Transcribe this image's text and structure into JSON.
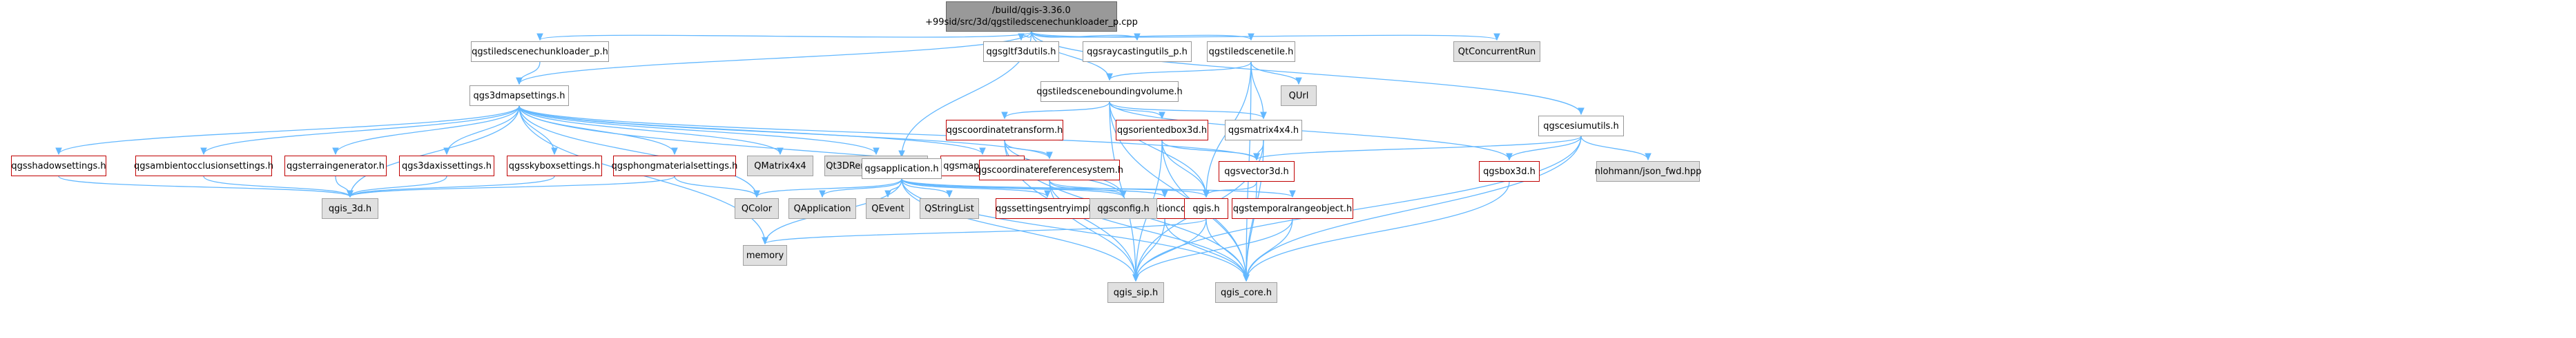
{
  "nodes": [
    {
      "id": "focus",
      "label": "/build/qgis-3.36.0\n+99sid/src/3d/qgstiledscenechunkloader_p.cpp",
      "style": "focus"
    },
    {
      "id": "chunkloaderp",
      "label": "qgstiledscenechunkloader_p.h",
      "style": "plain"
    },
    {
      "id": "gltf",
      "label": "qgsgltf3dutils.h",
      "style": "plain"
    },
    {
      "id": "raycast",
      "label": "qgsraycastingutils_p.h",
      "style": "plain"
    },
    {
      "id": "tiledtile",
      "label": "qgstiledscenetile.h",
      "style": "plain"
    },
    {
      "id": "qtconcurrent",
      "label": "QtConcurrentRun",
      "style": "gray"
    },
    {
      "id": "mapsettings",
      "label": "qgs3dmapsettings.h",
      "style": "plain"
    },
    {
      "id": "qurl",
      "label": "QUrl",
      "style": "gray"
    },
    {
      "id": "boundvol",
      "label": "qgstiledsceneboundingvolume.h",
      "style": "plain"
    },
    {
      "id": "cesium",
      "label": "qgscesiumutils.h",
      "style": "plain"
    },
    {
      "id": "coordtrans",
      "label": "qgscoordinatetransform.h",
      "style": "red"
    },
    {
      "id": "orientbox",
      "label": "qgsorientedbox3d.h",
      "style": "red"
    },
    {
      "id": "matrix4x4",
      "label": "qgsmatrix4x4.h",
      "style": "plain"
    },
    {
      "id": "shadow",
      "label": "qgsshadowsettings.h",
      "style": "red"
    },
    {
      "id": "ambient",
      "label": "qgsambientocclusionsettings.h",
      "style": "red"
    },
    {
      "id": "terrain",
      "label": "qgsterraingenerator.h",
      "style": "red"
    },
    {
      "id": "axis",
      "label": "qgs3daxissettings.h",
      "style": "red"
    },
    {
      "id": "skybox",
      "label": "qgsskyboxsettings.h",
      "style": "red"
    },
    {
      "id": "phong",
      "label": "qgsphongmaterialsettings.h",
      "style": "red"
    },
    {
      "id": "qmatrix",
      "label": "QMatrix4x4",
      "style": "gray"
    },
    {
      "id": "qcamera",
      "label": "Qt3DRender/QCamera",
      "style": "gray"
    },
    {
      "id": "layerref",
      "label": "qgsmaplayerref.h",
      "style": "red"
    },
    {
      "id": "application",
      "label": "qgsapplication.h",
      "style": "plain"
    },
    {
      "id": "crs",
      "label": "qgscoordinatereferencesystem.h",
      "style": "red"
    },
    {
      "id": "vector3d",
      "label": "qgsvector3d.h",
      "style": "red"
    },
    {
      "id": "nlohmann",
      "label": "nlohmann/json_fwd.hpp",
      "style": "gray"
    },
    {
      "id": "box3d",
      "label": "qgsbox3d.h",
      "style": "red"
    },
    {
      "id": "qgis3d",
      "label": "qgis_3d.h",
      "style": "gray"
    },
    {
      "id": "qcolor",
      "label": "QColor",
      "style": "gray"
    },
    {
      "id": "qapplication",
      "label": "QApplication",
      "style": "gray"
    },
    {
      "id": "qevent",
      "label": "QEvent",
      "style": "gray"
    },
    {
      "id": "qstringlist",
      "label": "QStringList",
      "style": "gray"
    },
    {
      "id": "settingsimpl",
      "label": "qgssettingsentryimpl.h",
      "style": "red"
    },
    {
      "id": "translation",
      "label": "qgstranslationcontext.h",
      "style": "red"
    },
    {
      "id": "temporal",
      "label": "qgstemporalrangeobject.h",
      "style": "red"
    },
    {
      "id": "config",
      "label": "qgsconfig.h",
      "style": "gray"
    },
    {
      "id": "qgish",
      "label": "qgis.h",
      "style": "red"
    },
    {
      "id": "memory",
      "label": "memory",
      "style": "gray"
    },
    {
      "id": "sip",
      "label": "qgis_sip.h",
      "style": "gray"
    },
    {
      "id": "core",
      "label": "qgis_core.h",
      "style": "gray"
    }
  ],
  "edges": [
    [
      "focus",
      "chunkloaderp"
    ],
    [
      "focus",
      "gltf"
    ],
    [
      "focus",
      "raycast"
    ],
    [
      "focus",
      "tiledtile"
    ],
    [
      "focus",
      "qtconcurrent"
    ],
    [
      "focus",
      "mapsettings"
    ],
    [
      "focus",
      "application"
    ],
    [
      "focus",
      "cesium"
    ],
    [
      "focus",
      "boundvol"
    ],
    [
      "chunkloaderp",
      "mapsettings"
    ],
    [
      "tiledtile",
      "qurl"
    ],
    [
      "tiledtile",
      "boundvol"
    ],
    [
      "tiledtile",
      "matrix4x4"
    ],
    [
      "tiledtile",
      "qgish"
    ],
    [
      "tiledtile",
      "core"
    ],
    [
      "mapsettings",
      "shadow"
    ],
    [
      "mapsettings",
      "ambient"
    ],
    [
      "mapsettings",
      "terrain"
    ],
    [
      "mapsettings",
      "axis"
    ],
    [
      "mapsettings",
      "skybox"
    ],
    [
      "mapsettings",
      "phong"
    ],
    [
      "mapsettings",
      "qmatrix"
    ],
    [
      "mapsettings",
      "qcamera"
    ],
    [
      "mapsettings",
      "layerref"
    ],
    [
      "mapsettings",
      "crs"
    ],
    [
      "mapsettings",
      "vector3d"
    ],
    [
      "mapsettings",
      "qgis3d"
    ],
    [
      "mapsettings",
      "qcolor"
    ],
    [
      "mapsettings",
      "memory"
    ],
    [
      "mapsettings",
      "config"
    ],
    [
      "boundvol",
      "coordtrans"
    ],
    [
      "boundvol",
      "orientbox"
    ],
    [
      "boundvol",
      "matrix4x4"
    ],
    [
      "boundvol",
      "box3d"
    ],
    [
      "boundvol",
      "qgish"
    ],
    [
      "boundvol",
      "core"
    ],
    [
      "boundvol",
      "sip"
    ],
    [
      "cesium",
      "nlohmann"
    ],
    [
      "cesium",
      "box3d"
    ],
    [
      "cesium",
      "vector3d"
    ],
    [
      "cesium",
      "core"
    ],
    [
      "cesium",
      "sip"
    ],
    [
      "coordtrans",
      "crs"
    ],
    [
      "coordtrans",
      "core"
    ],
    [
      "coordtrans",
      "sip"
    ],
    [
      "coordtrans",
      "config"
    ],
    [
      "orientbox",
      "vector3d"
    ],
    [
      "orientbox",
      "qgish"
    ],
    [
      "orientbox",
      "core"
    ],
    [
      "orientbox",
      "sip"
    ],
    [
      "matrix4x4",
      "vector3d"
    ],
    [
      "matrix4x4",
      "core"
    ],
    [
      "matrix4x4",
      "sip"
    ],
    [
      "vector3d",
      "qgish"
    ],
    [
      "vector3d",
      "core"
    ],
    [
      "box3d",
      "core"
    ],
    [
      "shadow",
      "qgis3d"
    ],
    [
      "ambient",
      "qgis3d"
    ],
    [
      "terrain",
      "qgis3d"
    ],
    [
      "axis",
      "qgis3d"
    ],
    [
      "skybox",
      "qgis3d"
    ],
    [
      "phong",
      "qgis3d"
    ],
    [
      "phong",
      "qcolor"
    ],
    [
      "application",
      "qapplication"
    ],
    [
      "application",
      "qevent"
    ],
    [
      "application",
      "qstringlist"
    ],
    [
      "application",
      "settingsimpl"
    ],
    [
      "application",
      "translation"
    ],
    [
      "application",
      "temporal"
    ],
    [
      "application",
      "config"
    ],
    [
      "application",
      "qcolor"
    ],
    [
      "application",
      "memory"
    ],
    [
      "application",
      "sip"
    ],
    [
      "application",
      "core"
    ],
    [
      "crs",
      "config"
    ],
    [
      "crs",
      "qgish"
    ],
    [
      "crs",
      "core"
    ],
    [
      "crs",
      "sip"
    ],
    [
      "translation",
      "core"
    ],
    [
      "translation",
      "sip"
    ],
    [
      "temporal",
      "sip"
    ],
    [
      "temporal",
      "core"
    ],
    [
      "qgish",
      "memory"
    ],
    [
      "qgish",
      "sip"
    ],
    [
      "qgish",
      "core"
    ]
  ]
}
